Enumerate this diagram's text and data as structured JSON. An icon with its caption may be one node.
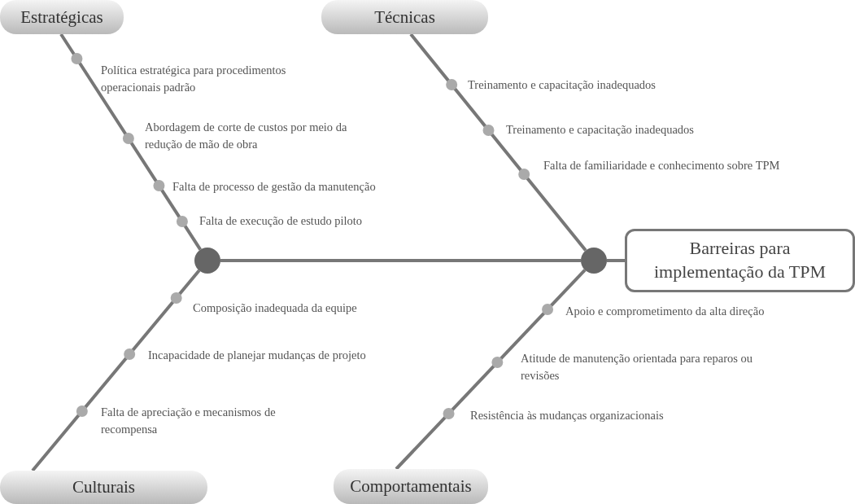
{
  "diagram": {
    "nodes": [
      {
        "text": [
          "Estratégicas"
        ]
      },
      {
        "text": [
          "Técnicas"
        ]
      },
      {
        "text": [
          "Culturais"
        ]
      },
      {
        "text": [
          "Comportamentais"
        ]
      },
      {
        "text": [
          "Barreiras para implementação da TPM"
        ]
      },
      {
        "text": [],
        "shape": "circle"
      },
      {
        "text": [],
        "shape": "circle"
      }
    ],
    "edges": [
      {
        "from": 0,
        "to": 5,
        "arrow": "none"
      },
      {
        "from": 1,
        "to": 6,
        "arrow": "none"
      },
      {
        "from": 2,
        "to": 5,
        "arrow": "none"
      },
      {
        "from": 3,
        "to": 6,
        "arrow": "none"
      },
      {
        "from": 5,
        "to": 6,
        "arrow": "none"
      },
      {
        "from": 6,
        "to": 4,
        "arrow": "none"
      }
    ],
    "labels": [
      "Política estratégica para procedimentos operacionais padrão",
      "Treinamento e capacitação inadequados",
      "Abordagem de corte de custos por meio da redução de mão de obra",
      "Treinamento e capacitação inadequados",
      "Falta de processo de gestão da manutenção",
      "Falta de familiaridade e conhecimento sobre TPM",
      "Falta de execução de estudo piloto",
      "Composição inadequada da equipe",
      "Incapacidade de planejar mudanças de projeto",
      "Apoio e comprometimento da alta direção",
      "Atitude de manutenção orientada para reparos ou revisões",
      "Falta de apreciação e mecanismos de recompensa",
      "Resistência às mudanças organizacionais"
    ]
  }
}
